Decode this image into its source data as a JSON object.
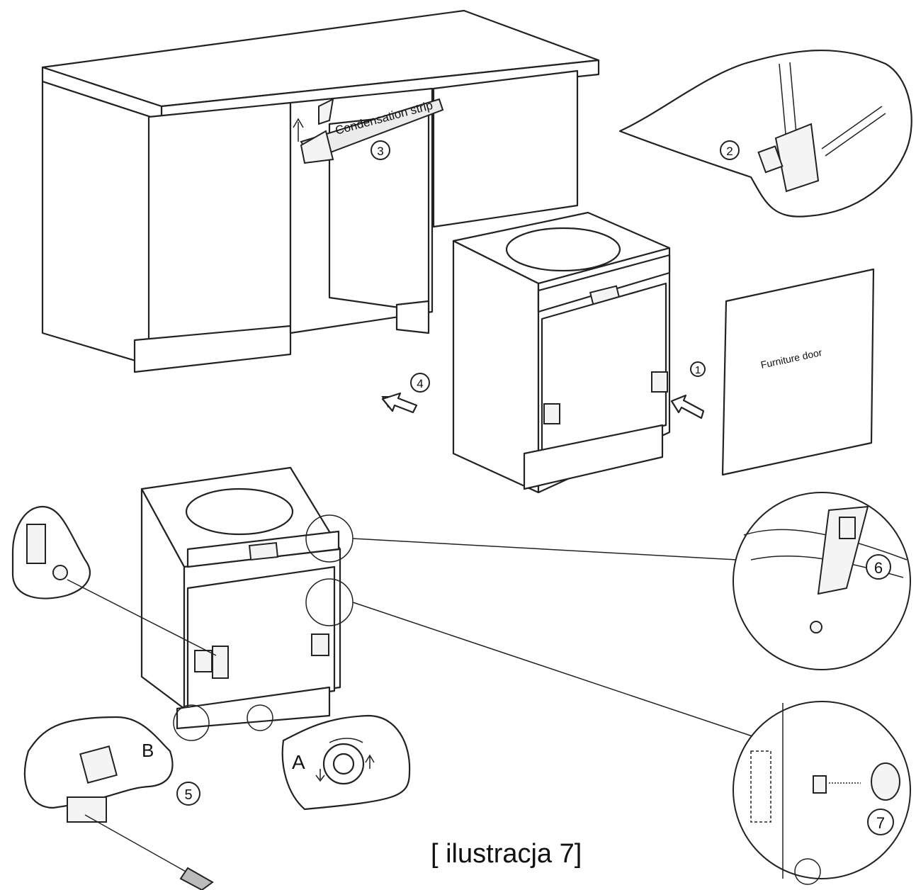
{
  "labels": {
    "condensation_strip": "Condensation strip",
    "furniture_door": "Furniture door",
    "letter_a": "A",
    "letter_b": "B"
  },
  "steps": [
    "1",
    "2",
    "3",
    "4",
    "5",
    "6",
    "7"
  ],
  "caption": "[ ilustracja 7]"
}
